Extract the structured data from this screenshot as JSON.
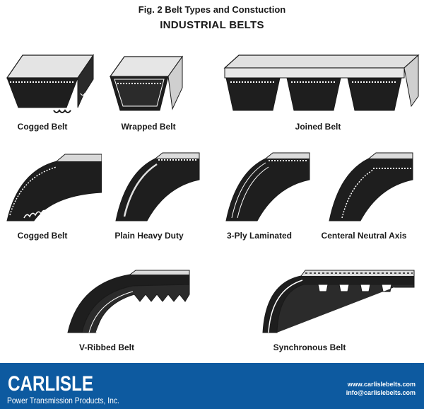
{
  "header": {
    "figure_title": "Fig. 2 Belt Types and Constuction",
    "section_title": "INDUSTRIAL BELTS"
  },
  "belts": [
    {
      "name": "Cogged Belt"
    },
    {
      "name": "Wrapped Belt"
    },
    {
      "name": "Joined Belt"
    },
    {
      "name": "Cogged Belt"
    },
    {
      "name": "Plain Heavy Duty"
    },
    {
      "name": "3-Ply Laminated"
    },
    {
      "name": "Centeral Neutral Axis"
    },
    {
      "name": "V-Ribbed Belt"
    },
    {
      "name": "Synchronous Belt"
    }
  ],
  "footer": {
    "logo_text": "CARLISLE",
    "tagline": "Power Transmission Products, Inc.",
    "website": "www.carlislebelts.com",
    "email": "info@carlislebelts.com",
    "background_color": "#0d5aa0"
  }
}
